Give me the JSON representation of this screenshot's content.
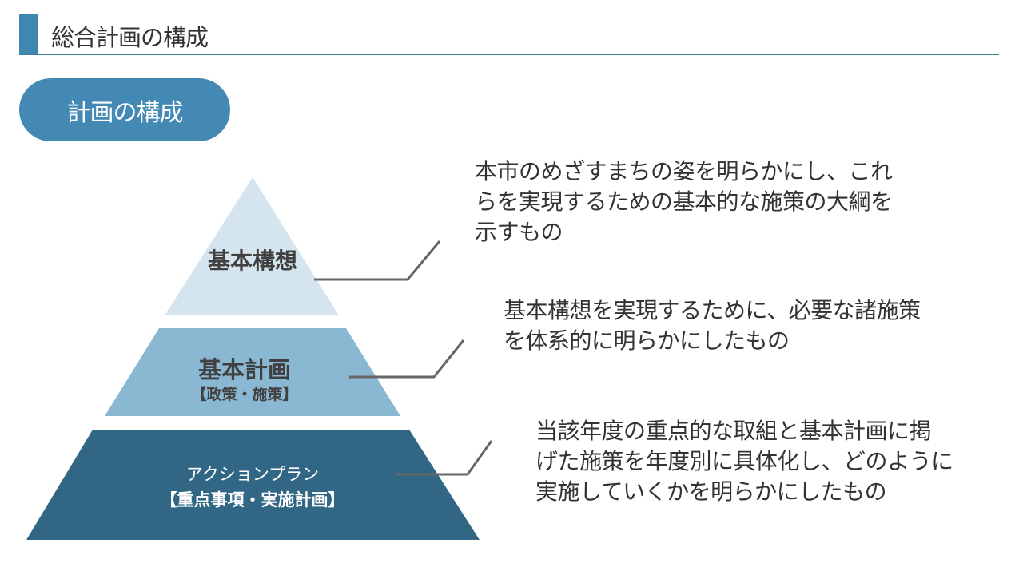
{
  "header": {
    "title": "総合計画の構成"
  },
  "section_pill": {
    "label": "計画の構成"
  },
  "pyramid": [
    {
      "name": "基本構想",
      "sub": "",
      "color": "#d5e5ef",
      "text_color": "#404040"
    },
    {
      "name": "基本計画",
      "sub": "【政策・施策】",
      "color": "#8ab8d3",
      "text_color": "#404040"
    },
    {
      "name": "アクションプラン",
      "sub": "【重点事項・実施計画】",
      "color": "#316785",
      "text_color": "#ffffff"
    }
  ],
  "descriptions": [
    {
      "lines": [
        "本市のめざすまちの姿を明らかにし、これ",
        "らを実現するための基本的な施策の大綱を",
        "示すもの"
      ]
    },
    {
      "lines": [
        "基本構想を実現するために、必要な諸施策",
        "を体系的に明らかにしたもの"
      ]
    },
    {
      "lines": [
        "当該年度の重点的な取組と基本計画に掲",
        "げた施策を年度別に具体化し、どのように",
        "実施していくかを明らかにしたもの"
      ]
    }
  ]
}
